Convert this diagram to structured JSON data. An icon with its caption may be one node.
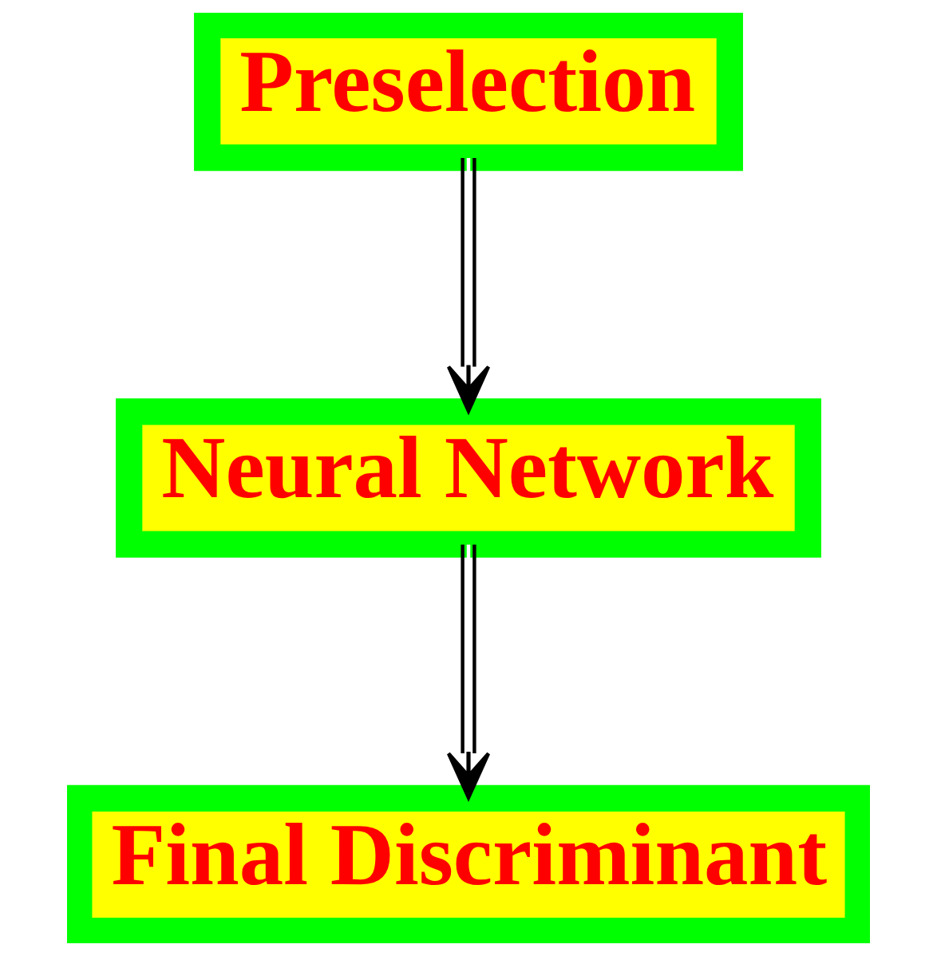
{
  "diagram": {
    "nodes": [
      {
        "text": [
          "Preselection"
        ]
      },
      {
        "text": [
          "Neural Network"
        ]
      },
      {
        "text": [
          "Final Discriminant"
        ]
      }
    ],
    "edges": [
      {
        "from": 0,
        "to": 1,
        "arrow": "to"
      },
      {
        "from": 1,
        "to": 2,
        "arrow": "to"
      }
    ]
  }
}
